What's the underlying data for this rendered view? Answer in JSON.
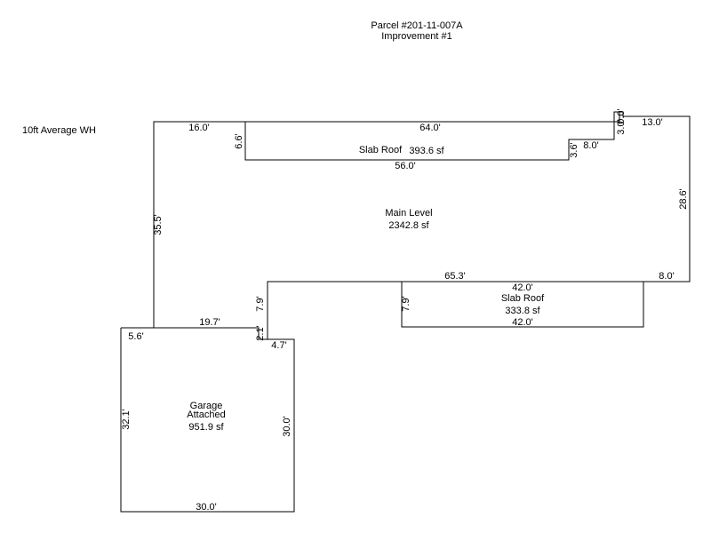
{
  "header": {
    "parcel": "Parcel #201-11-007A",
    "improvement": "Improvement #1"
  },
  "note": "10ft Average WH",
  "areas": {
    "main_level": {
      "name": "Main Level",
      "area": "2342.8 sf"
    },
    "slab_roof_top": {
      "name": "Slab Roof",
      "area": "393.6 sf"
    },
    "slab_roof_right": {
      "name": "Slab Roof",
      "area": "333.8 sf"
    },
    "garage": {
      "name_line1": "Garage",
      "name_line2": "Attached",
      "area": "951.9 sf"
    }
  },
  "dimensions": {
    "main_top_left": "16.0'",
    "main_top_right": "13.0'",
    "main_left": "35.5'",
    "main_right": "28.6'",
    "main_bottom_right": "8.0'",
    "main_bottom_mid": "65.3'",
    "main_step_left": "7.9'",
    "main_bottom_left": "19.7'",
    "main_jog": "2.1'",
    "notch_left": "3.0'",
    "notch_right": "0.0'",
    "roof_top_top": "64.0'",
    "roof_top_bottom": "56.0'",
    "roof_top_left": "6.6'",
    "roof_top_step": "3.6'",
    "roof_top_step_run": "8.0'",
    "roof_right_top": "42.0'",
    "roof_right_bottom": "42.0'",
    "roof_right_left": "7.9'",
    "garage_top_left": "5.6'",
    "garage_top_right": "4.7'",
    "garage_left": "32.1'",
    "garage_right": "30.0'",
    "garage_bottom": "30.0'"
  }
}
